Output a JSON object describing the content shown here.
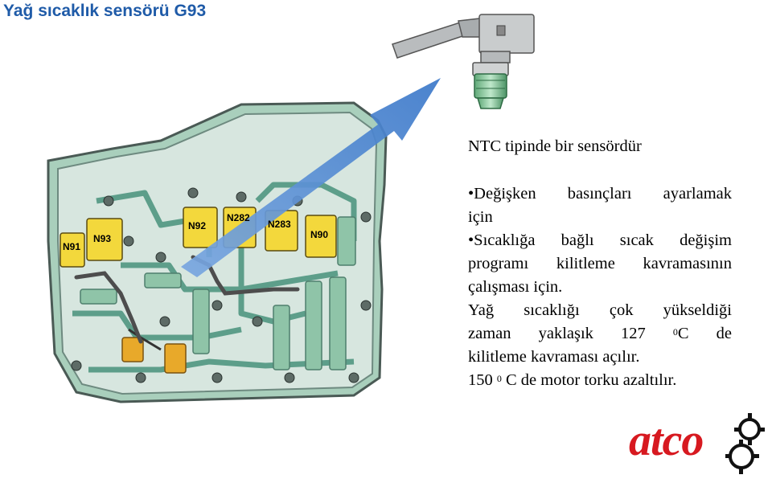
{
  "title": "Yağ sıcaklık sensörü G93",
  "solenoid_labels": [
    "N91",
    "N93",
    "N92",
    "N282",
    "N283",
    "N90"
  ],
  "text": {
    "ntc": "NTC tipinde bir sensördür",
    "bullet1_a": "•Değişken basınçları ayarlamak",
    "bullet1_b": "için",
    "bullet2_a": "•Sıcaklığa bağlı sıcak değişim",
    "bullet2_b": "programı kilitleme kavramasının",
    "bullet2_c": "çalışması için.",
    "line4_a": "Yağ sıcaklığı çok yükseldiği",
    "line4_b_pre": "zaman yaklaşık 127",
    "deg1": "0",
    "line4_b_post": "C de",
    "line4_c": "kilitleme kavraması açılır.",
    "line5_pre": "150",
    "deg2": "0",
    "line5_post": "C de motor torku azaltılır."
  },
  "logo": {
    "text": "atco",
    "color": "#d71920"
  },
  "colors": {
    "title": "#1f5ba8",
    "arrow": "#5b8fd6",
    "housing": "#9ec8b4",
    "solenoid": "#f3d83c",
    "sensor": "#e6b42c"
  }
}
